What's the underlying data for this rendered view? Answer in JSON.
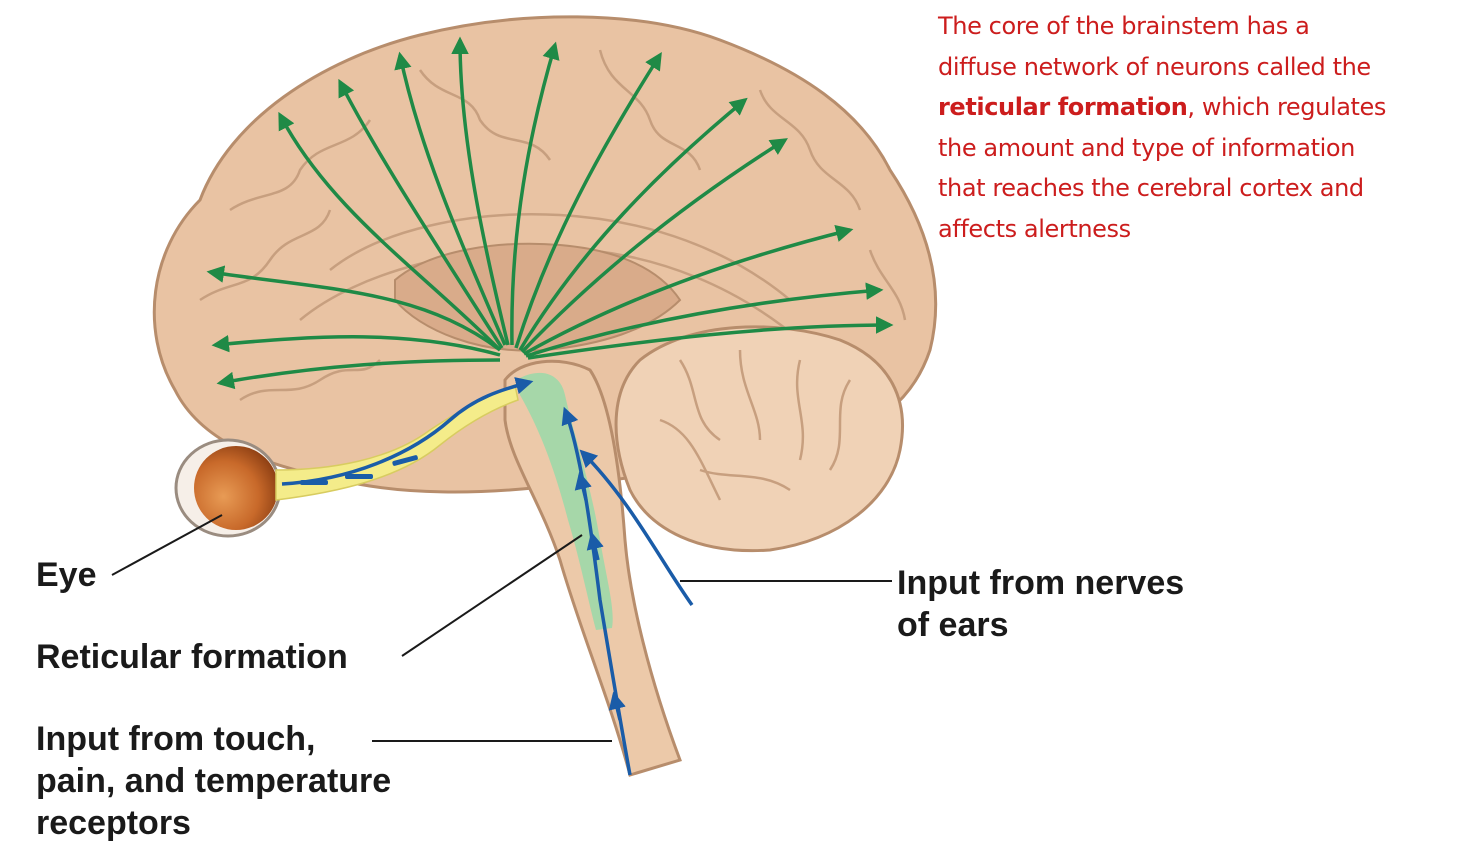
{
  "caption": {
    "line1": "The core of the brainstem has a",
    "line2": "diffuse network of neurons called the",
    "line3_bold": "reticular formation",
    "line3_rest": ", which regulates",
    "line4": "the amount and type of information",
    "line5": "that reaches the cerebral cortex and",
    "line6": "affects alertness"
  },
  "labels": {
    "eye": "Eye",
    "reticular_formation": "Reticular formation",
    "touch_line1": "Input from touch,",
    "touch_line2": "pain, and temperature",
    "touch_line3": "receptors",
    "ears_line1": "Input from nerves",
    "ears_line2": "of ears"
  },
  "colors": {
    "caption_text": "#cc1d1d",
    "cortex_arrows": "#1f8a46",
    "sensory_arrows": "#1a5ca8",
    "reticular_formation": "#9fd8a8",
    "brain_tissue": "#e9c3a3",
    "eye_iris": "#c8692a"
  }
}
